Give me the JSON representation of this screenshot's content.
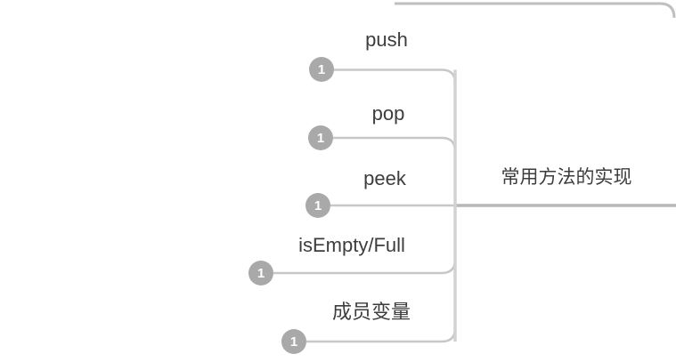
{
  "colors": {
    "canvas_bg": "#ffffff",
    "branch_line": "#c7c7c7",
    "trunk_line": "#d2d2d2",
    "parent_line": "#b7b7b7",
    "sibling_line": "#bfbfbf",
    "badge_bg": "#a9a9a9",
    "badge_text": "#ffffff",
    "topic_text": "#3d3d3d"
  },
  "parent_topic": {
    "label": "常用方法的实现"
  },
  "children": [
    {
      "label": "push",
      "badge": "1"
    },
    {
      "label": "pop",
      "badge": "1"
    },
    {
      "label": "peek",
      "badge": "1"
    },
    {
      "label": "isEmpty/Full",
      "badge": "1"
    },
    {
      "label": "成员变量",
      "badge": "1"
    }
  ]
}
